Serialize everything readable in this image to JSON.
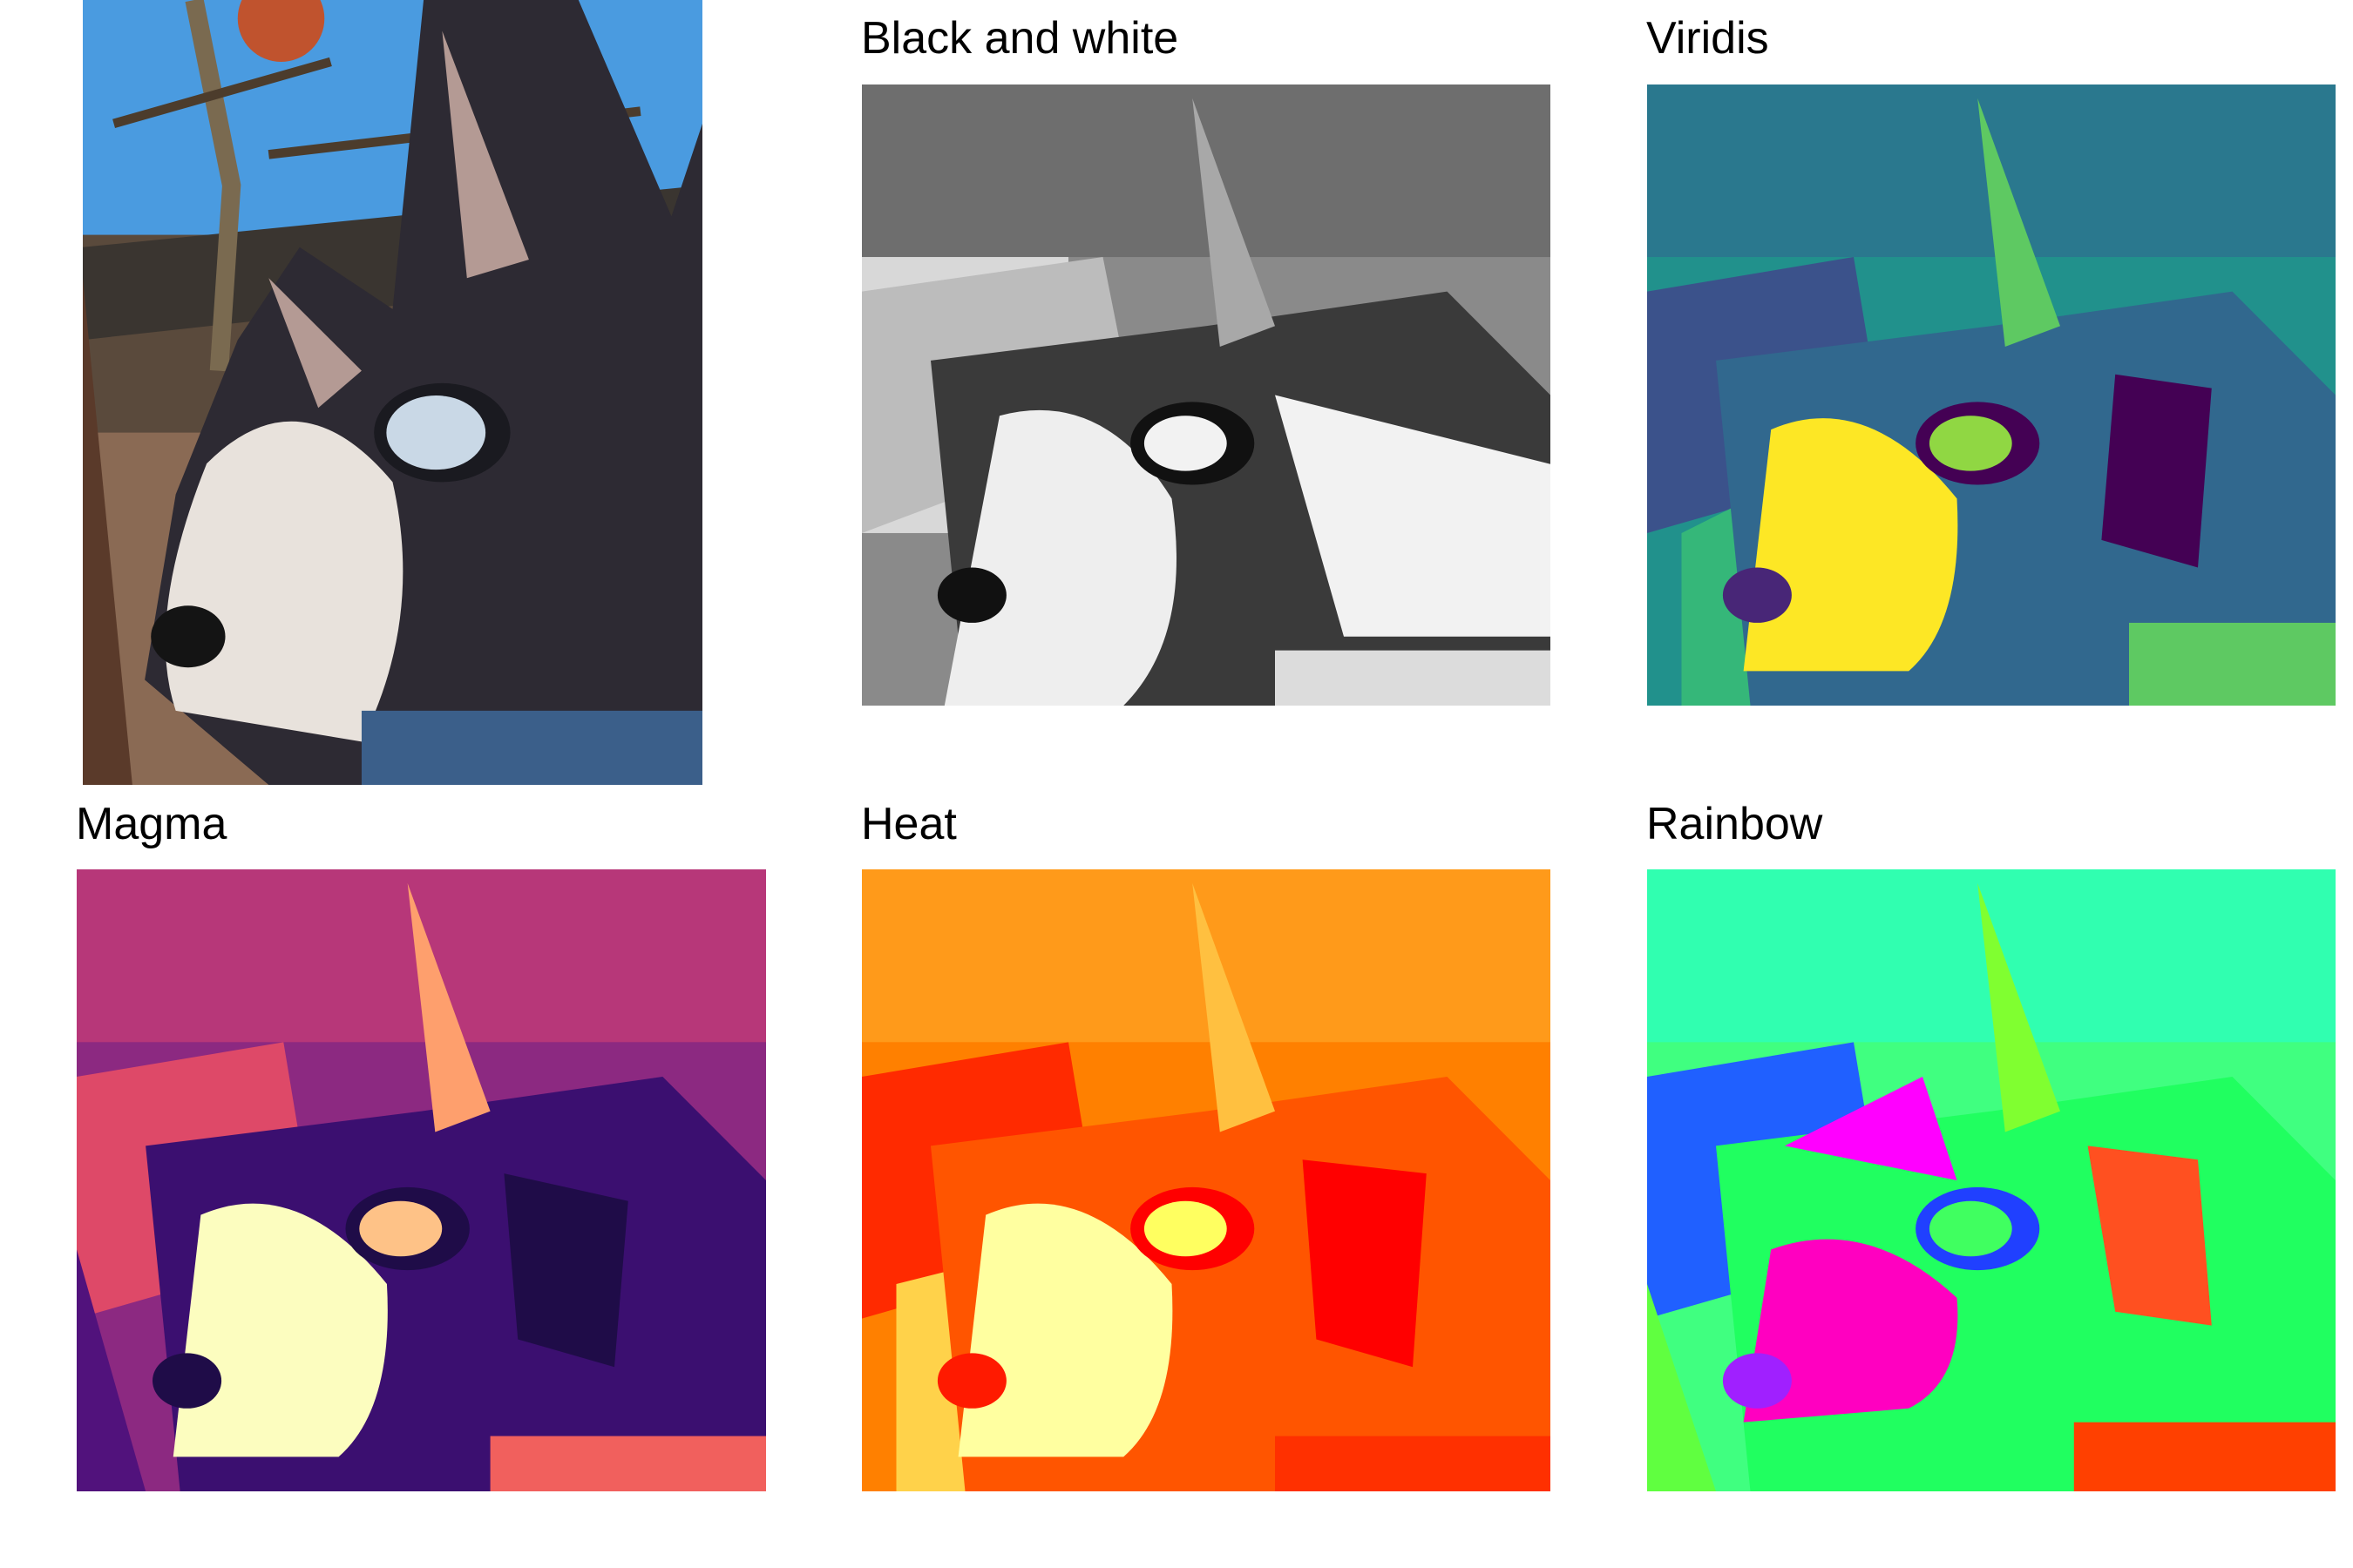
{
  "panels": [
    {
      "id": "original",
      "title": "",
      "colormap": "original",
      "colors": {
        "sky": "#4a9be0",
        "fur_dark": "#2d2a33",
        "fur_light": "#e8e2dc",
        "eye": "#c9d8e6",
        "background": "#6e5a48",
        "blanket": "#3b5f8a",
        "ball": "#c0532e"
      }
    },
    {
      "id": "bw",
      "title": "Black and white",
      "colormap": "gray",
      "colors": {
        "low": "#111111",
        "mid": "#8a8a8a",
        "high": "#f2f2f2"
      }
    },
    {
      "id": "viridis",
      "title": "Viridis",
      "colormap": "viridis",
      "colors": {
        "low": "#440154",
        "mid": "#21918c",
        "high": "#fde725"
      }
    },
    {
      "id": "magma",
      "title": "Magma",
      "colormap": "magma",
      "colors": {
        "low": "#1f0c48",
        "mid": "#b73779",
        "high": "#fcfdbf"
      }
    },
    {
      "id": "heat",
      "title": "Heat",
      "colormap": "heat",
      "colors": {
        "low": "#ff0000",
        "mid": "#ff8000",
        "high": "#ffffa0"
      }
    },
    {
      "id": "rainbow",
      "title": "Rainbow",
      "colormap": "rainbow",
      "colors": {
        "low": "#ff00ff",
        "mid": "#00ff80",
        "high": "#ff4000"
      }
    }
  ]
}
